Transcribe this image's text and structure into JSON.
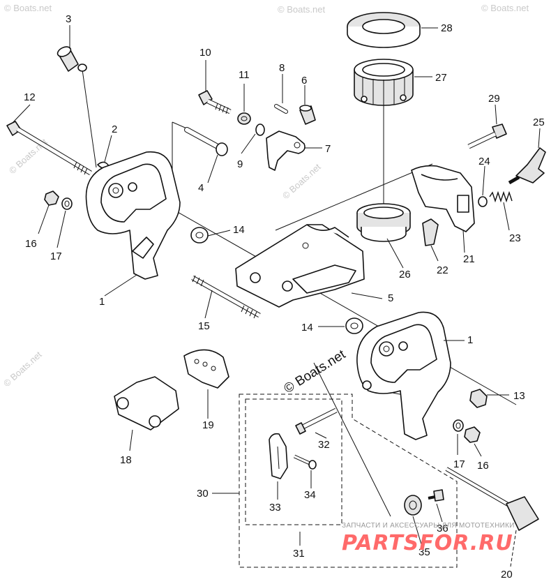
{
  "watermark": {
    "text": "© Boats.net",
    "color": "#c9c9c9"
  },
  "center_watermark": "© Boats.net",
  "banner": {
    "caption": "ЗАПЧАСТИ И АКСЕССУАРЫ ДЛЯ МОТОТЕХНИКИ",
    "logo": "PARTSFOR.RU",
    "logo_color": "#ff6a6a"
  },
  "callouts": [
    "1",
    "1",
    "2",
    "3",
    "4",
    "5",
    "6",
    "7",
    "8",
    "9",
    "10",
    "11",
    "12",
    "13",
    "14",
    "14",
    "15",
    "16",
    "16",
    "17",
    "17",
    "18",
    "19",
    "21",
    "22",
    "23",
    "24",
    "25",
    "26",
    "27",
    "28",
    "29",
    "30",
    "31",
    "32",
    "33",
    "34",
    "35",
    "36",
    "20"
  ]
}
